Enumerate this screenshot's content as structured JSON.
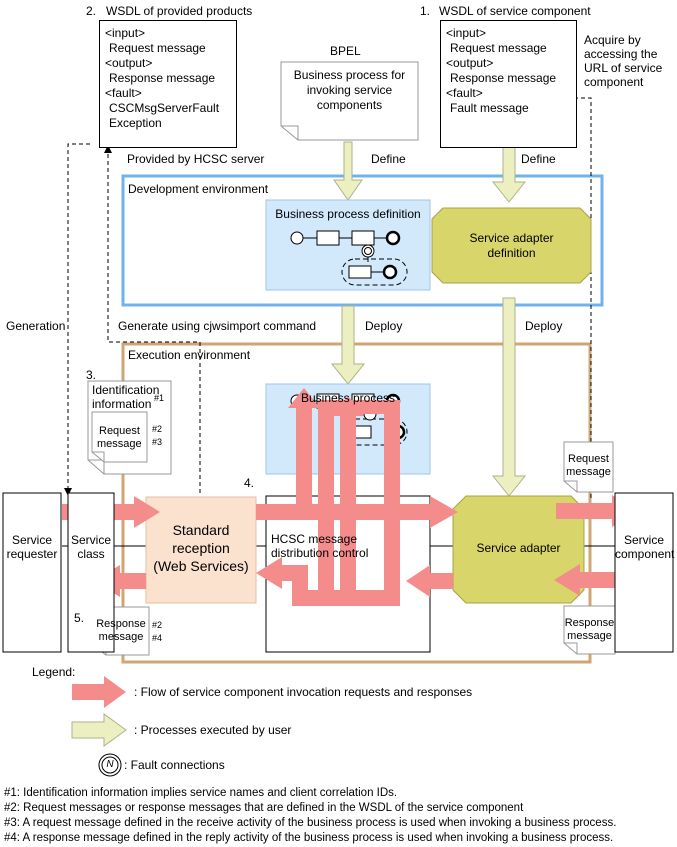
{
  "wsdl_products": {
    "number": "2.",
    "title": "WSDL of provided products",
    "lines": [
      "<input>",
      "Request message",
      "<output>",
      "Response message",
      "<fault>",
      "CSCMsgServerFault",
      "Exception"
    ]
  },
  "bpel": {
    "label": "BPEL",
    "doc": [
      "Business process for",
      "invoking service",
      "components"
    ]
  },
  "wsdl_component": {
    "number": "1.",
    "title": "WSDL of service component",
    "lines": [
      "<input>",
      "Request message",
      "<output>",
      "Response message",
      "<fault>",
      "Fault message"
    ]
  },
  "acquire_note": [
    "Acquire by",
    "accessing the",
    "URL of service",
    "component"
  ],
  "provided_by": "Provided by HCSC server",
  "define_left": "Define",
  "define_right": "Define",
  "dev_env": {
    "title": "Development environment",
    "bp_def": "Business process definition",
    "sa_def": [
      "Service adapter",
      "definition"
    ]
  },
  "generation": "Generation",
  "generate_cmd": "Generate using cjwsimport command",
  "deploy_left": "Deploy",
  "deploy_right": "Deploy",
  "exec_env": {
    "title": "Execution environment",
    "bp": "Business process"
  },
  "id_doc": {
    "number": "3.",
    "title": [
      "Identification",
      "information"
    ],
    "sup1": "#1",
    "inner": [
      "Request",
      "message"
    ],
    "sup2": "#2",
    "sup3": "#3"
  },
  "step4": "4.",
  "service_requester": [
    "Service",
    "requester"
  ],
  "service_class": [
    "Service",
    "class"
  ],
  "standard_reception": [
    "Standard",
    "reception",
    "(Web Services)"
  ],
  "hcsc_control": [
    "HCSC message",
    "distribution control"
  ],
  "service_adapter": "Service adapter",
  "service_component": [
    "Service",
    "component"
  ],
  "req_msg_right": [
    "Request",
    "message"
  ],
  "resp_doc": {
    "number": "5.",
    "inner": [
      "Response",
      "message"
    ],
    "sup2": "#2",
    "sup4": "#4"
  },
  "resp_msg_right": [
    "Response",
    "message"
  ],
  "legend": {
    "title": "Legend:",
    "flow": ": Flow of service component invocation requests and responses",
    "process": ": Processes executed by user",
    "fault_symbol": "N",
    "fault": ": Fault connections"
  },
  "footnotes": [
    "#1: Identification information implies service names and client correlation IDs.",
    "#2: Request messages or response messages that are defined in the WSDL of the service component",
    "#3: A request message defined in the receive activity of the business process is used when invoking a business process.",
    "#4: A response message defined in the reply activity of the business process is used when invoking a business process."
  ],
  "colors": {
    "flow_arrow": "#f48c8c",
    "user_arrow": "#ecf0c0",
    "dev_border": "#6fb2ec",
    "exec_border": "#cfa574",
    "bp_fill": "#d2e8fb",
    "adapter_fill": "#d8d56a",
    "reception_fill": "#fbe2cf"
  }
}
